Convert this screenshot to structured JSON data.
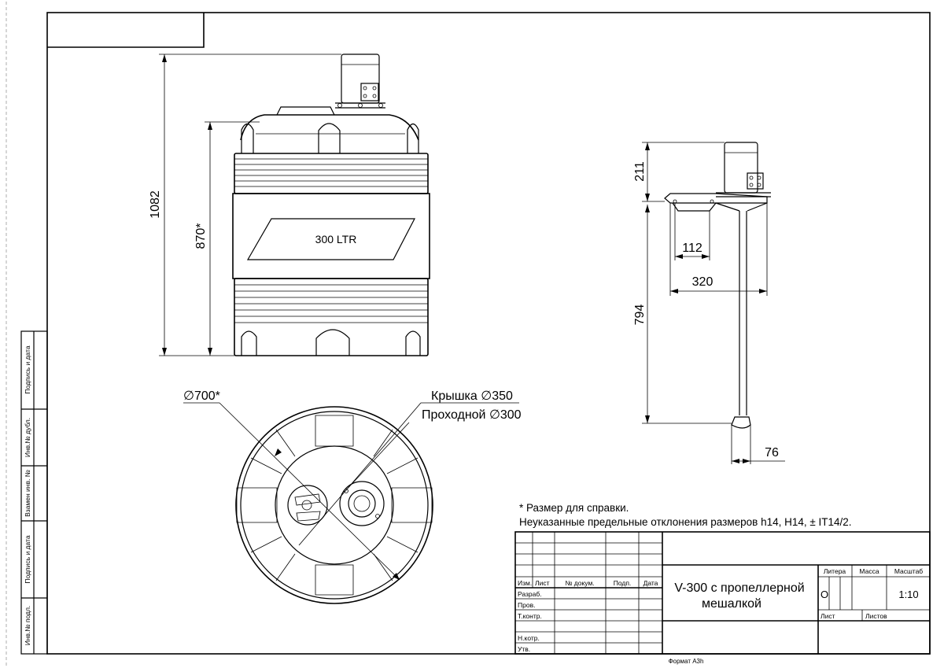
{
  "front_view": {
    "height_total": "1082",
    "height_body": "870*",
    "label": "300 LTR"
  },
  "top_view": {
    "diameter": "∅700*",
    "lid": "Крышка ∅350",
    "passage": "Проходной ∅300"
  },
  "side_view": {
    "motor_height": "211",
    "offset_112": "112",
    "offset_320": "320",
    "shaft_length": "794",
    "propeller": "76"
  },
  "notes": {
    "line1": "* Размер для справки.",
    "line2": "Неуказанные предельные отклонения размеров h14, H14, ± IT14/2."
  },
  "title_block": {
    "title_line1": "V-300 с пропеллерной",
    "title_line2": "мешалкой",
    "col_izm": "Изм.",
    "col_list": "Лист",
    "col_doc": "№ докум.",
    "col_sign": "Подп.",
    "col_date": "Дата",
    "row_razrab": "Разраб.",
    "row_prov": "Пров.",
    "row_tkontr": "Т.контр.",
    "row_nkontr": "Н.котр.",
    "row_utv": "Утв.",
    "litera": "Литера",
    "massa": "Масса",
    "masshtab": "Масштаб",
    "litera_value": "О",
    "scale_value": "1:10",
    "sheet": "Лист",
    "sheets": "Листов"
  },
  "format": "Формат А3h",
  "side_strip": {
    "s1": "Подпись и дата",
    "s2": "Инв.№ дубл.",
    "s3": "Взамен инв. №",
    "s4": "Подпись и дата",
    "s5": "Инв.№ подл."
  }
}
